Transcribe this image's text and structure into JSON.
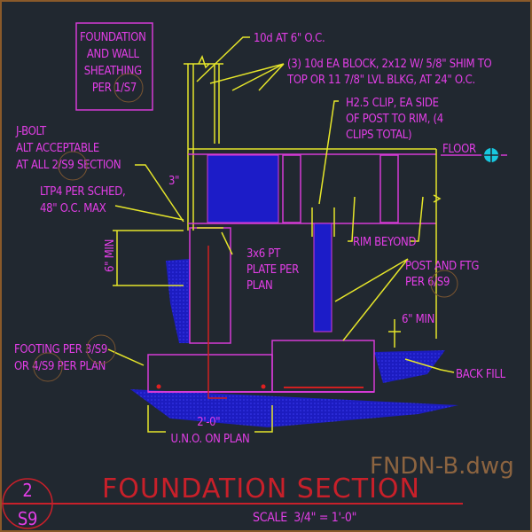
{
  "notes": {
    "sheathing": [
      "FOUNDATION",
      "AND WALL",
      "SHEATHING",
      "PER 1/S7"
    ],
    "nailing": "10d AT 6\" O.C.",
    "blocking": [
      "(3) 10d EA BLOCK, 2x12 W/ 5/8\" SHIM TO",
      "TOP OR 11 7/8\" LVL BLKG, AT 24\" O.C."
    ],
    "clip": [
      "H2.5 CLIP, EA SIDE",
      "OF POST TO RIM, (4",
      "CLIPS TOTAL)"
    ],
    "floor": "FLOOR",
    "jbolt": [
      "J-BOLT",
      "ALT ACCEPTABLE",
      "AT ALL 2/S9 SECTION"
    ],
    "ltp4": [
      "LTP4 PER SCHED,",
      "48\" O.C. MAX"
    ],
    "dim_3": "3\"",
    "dim_6min_left": "6\" MIN",
    "plate": [
      "3x6 PT",
      "PLATE PER",
      "PLAN"
    ],
    "rim": "RIM BEYOND",
    "post": [
      "POST AND FTG",
      "PER 6/S9"
    ],
    "dim_6min_right": "6\" MIN",
    "footing": [
      "FOOTING PER 3/S9",
      "OR 4/S9 PER PLAN"
    ],
    "backfill": "BACK FILL",
    "width_dim": [
      "2'-0\"",
      "U.N.O. ON PLAN"
    ]
  },
  "title_block": {
    "title": "FOUNDATION SECTION",
    "scale": "SCALE  3/4\" = 1'-0\"",
    "detail_number": "2",
    "sheet": "S9",
    "file_name": "FNDN-B.dwg"
  },
  "colors": {
    "text": "#e23ee6",
    "linework": "#e6e62a",
    "title": "#c8202a",
    "hatch": "#1a1ad0"
  }
}
